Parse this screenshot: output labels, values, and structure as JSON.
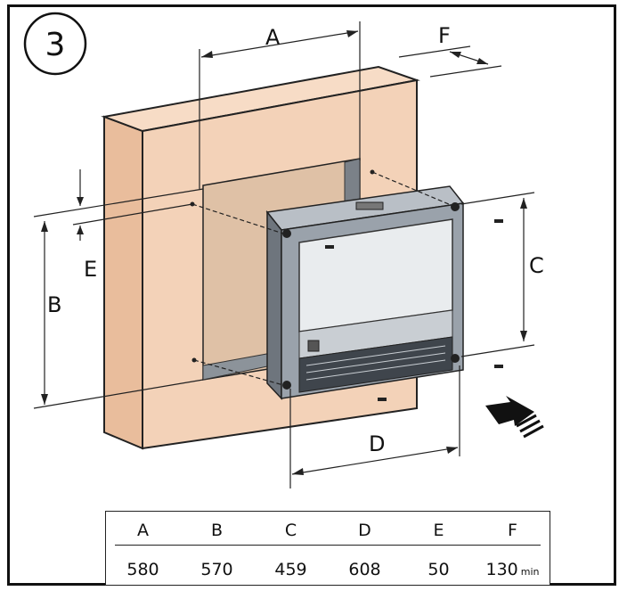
{
  "step_number": "3",
  "dimension_labels": {
    "A": "A",
    "B": "B",
    "C": "C",
    "D": "D",
    "E": "E",
    "F": "F"
  },
  "table": {
    "headers": [
      "A",
      "B",
      "C",
      "D",
      "E",
      "F"
    ],
    "values": [
      "580",
      "570",
      "459",
      "608",
      "50",
      "130"
    ],
    "last_unit": "min"
  },
  "colors": {
    "wall_front": "#f3d2b8",
    "wall_side": "#e9bd9c",
    "wall_top": "#f7dcc6",
    "recess": "#dfc1a6",
    "unit_body": "#9aa2ab",
    "unit_dark": "#3f454c",
    "unit_glass": "#e9ecee"
  },
  "icons": [
    "mounting-screw-icon",
    "airflow-arrow-icon"
  ]
}
